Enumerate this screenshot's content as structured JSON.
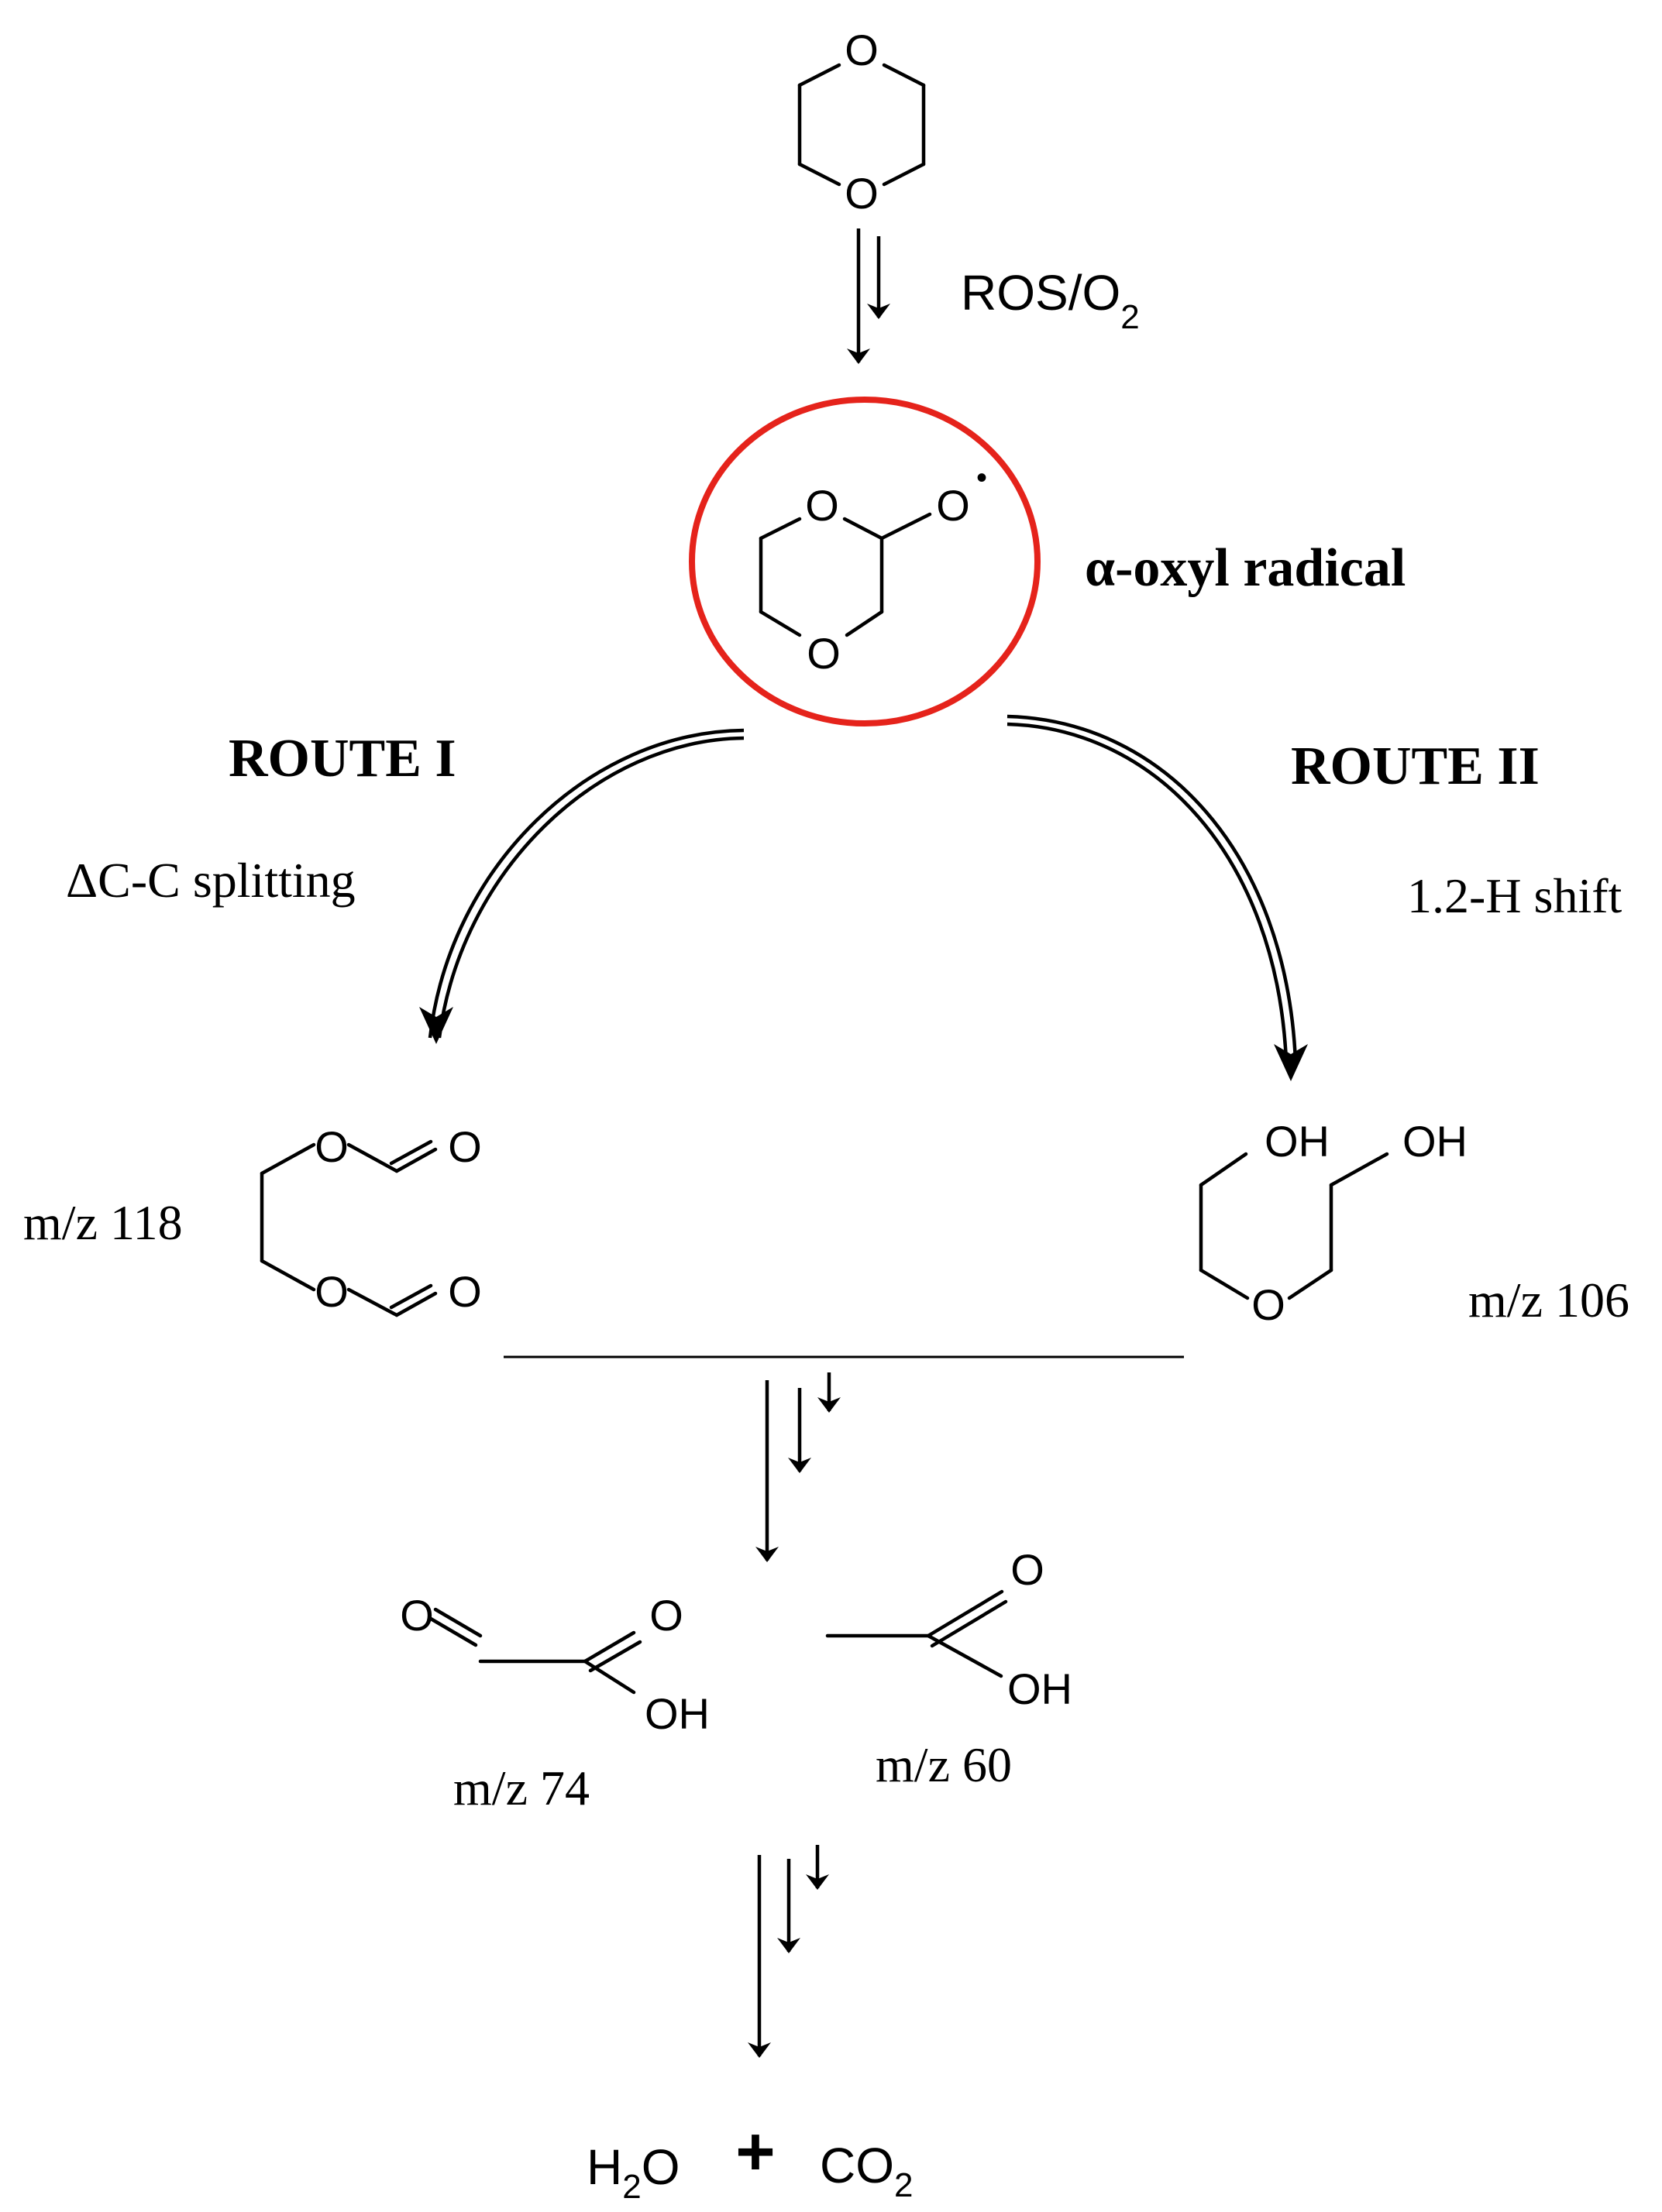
{
  "reagent": {
    "prefix": "ROS/O",
    "subscript": "2"
  },
  "intermediate": {
    "label": "α-oxyl radical",
    "highlight_color": "#e5231b",
    "ring_oxygens": [
      "O",
      "O"
    ],
    "radical_oxygen": "O",
    "radical_dot": "•"
  },
  "route_1": {
    "title": "ROUTE I",
    "step": "ΔC-C splitting",
    "product_mz": "m/z 118",
    "product_atoms": [
      "O",
      "O",
      "O",
      "O"
    ]
  },
  "route_2": {
    "title": "ROUTE II",
    "step": "1.2-H shift",
    "product_mz": "m/z 106",
    "product_atoms": [
      "OH",
      "OH",
      "O"
    ]
  },
  "products": [
    {
      "mz": "m/z 74",
      "atoms": [
        "O",
        "O",
        "OH"
      ]
    },
    {
      "mz": "m/z 60",
      "atoms": [
        "O",
        "OH"
      ]
    }
  ],
  "start_ring_oxygens": [
    "O",
    "O"
  ],
  "final": {
    "water_h": "H",
    "water_sub": "2",
    "water_o": "O",
    "plus": "+",
    "co2_c": "CO",
    "co2_sub": "2"
  }
}
